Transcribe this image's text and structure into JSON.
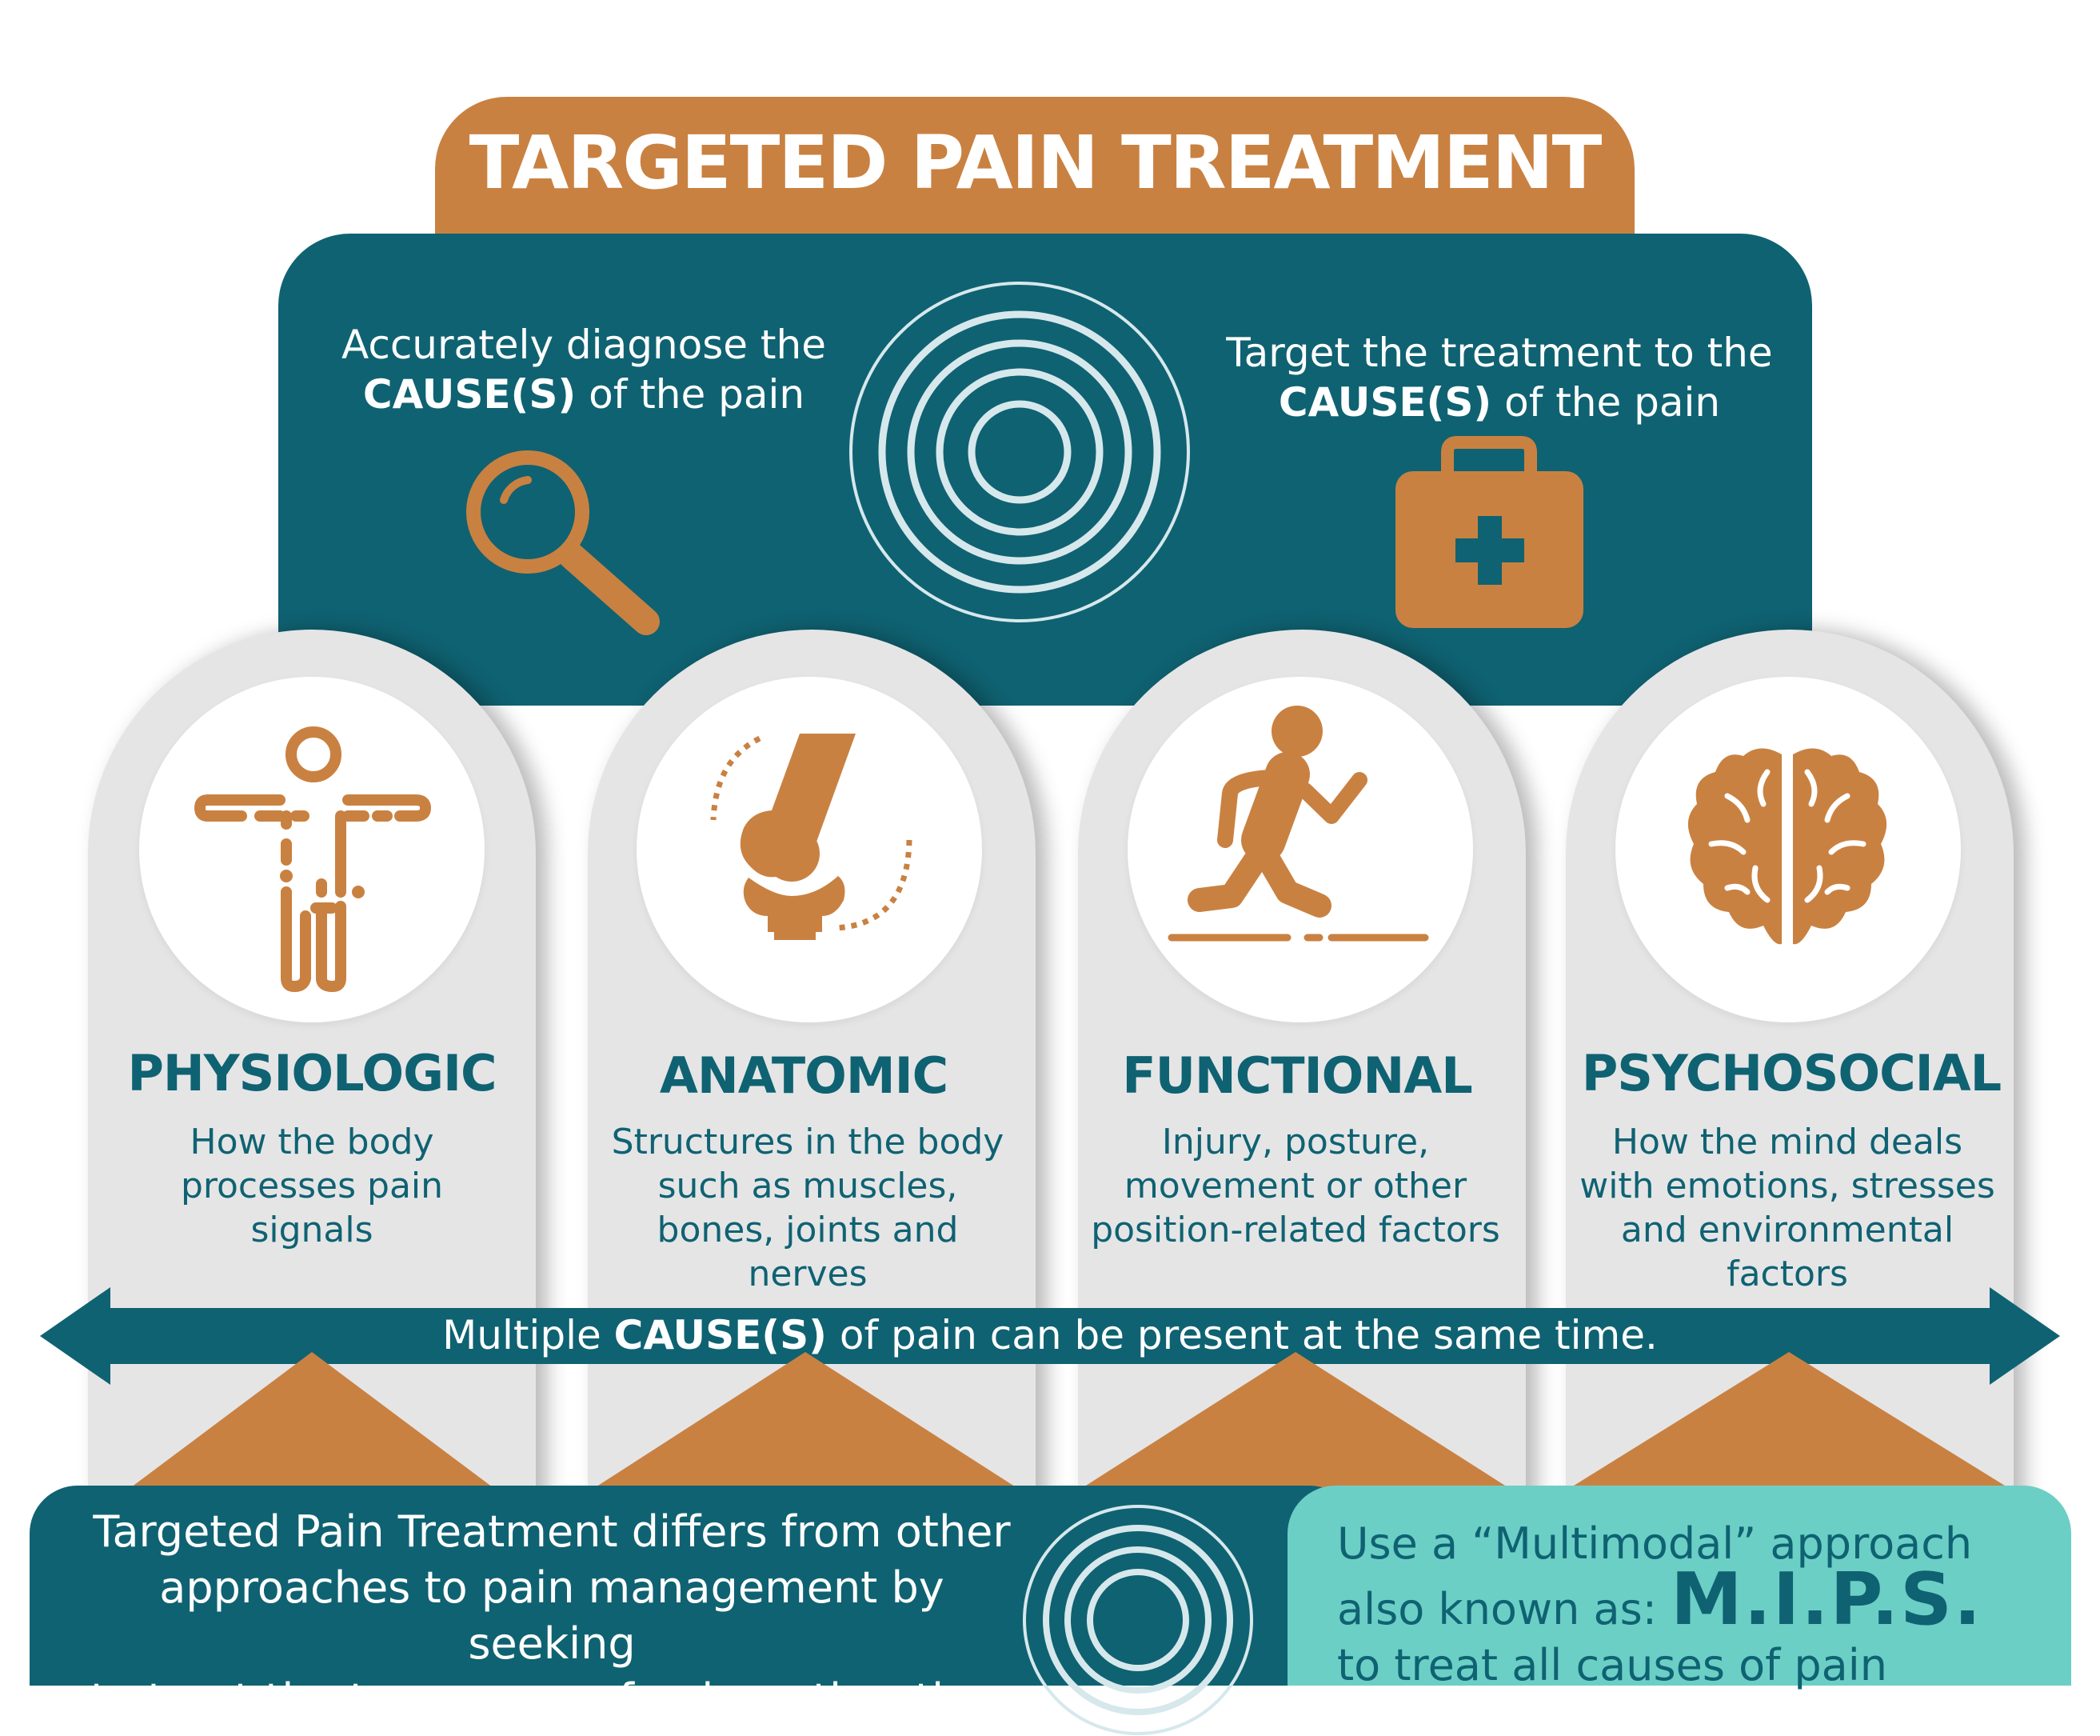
{
  "title": "TARGETED PAIN TREATMENT",
  "top_left": {
    "line1": "Accurately diagnose the",
    "bold": "CAUSE(S)",
    "rest": " of the pain"
  },
  "top_right": {
    "line1": "Target the treatment to the",
    "bold": "CAUSE(S)",
    "rest": " of the pain"
  },
  "icons": {
    "left": "magnifier-icon",
    "center": "target-icon",
    "right": "first-aid-kit-icon"
  },
  "categories": [
    {
      "title": "PHYSIOLOGIC",
      "desc": [
        "How the body",
        "processes pain",
        "signals"
      ],
      "icon": "body-nerves-icon"
    },
    {
      "title": "ANATOMIC",
      "desc": [
        "Structures in the body",
        "such as muscles,",
        "bones, joints and",
        "nerves"
      ],
      "icon": "knee-joint-icon"
    },
    {
      "title": "FUNCTIONAL",
      "desc": [
        "Injury, posture,",
        "movement or other",
        "position-related factors"
      ],
      "icon": "running-person-icon"
    },
    {
      "title": "PSYCHOSOCIAL",
      "desc": [
        "How the mind deals",
        "with emotions, stresses",
        "and environmental",
        "factors"
      ],
      "icon": "brain-icon"
    }
  ],
  "arrow": {
    "pre": "Multiple ",
    "bold": "CAUSE(S)",
    "post": " of pain can be present at the same time."
  },
  "bottom_left": {
    "lines": [
      "Targeted Pain Treatment differs from other",
      "approaches to pain management by seeking",
      "to treat the true cause of pain, rather than"
    ]
  },
  "bottom_right": {
    "line1": "Use a “Multimodal” approach",
    "line2": "also known as: ",
    "mips": "M.I.P.S.",
    "line3": "to treat all causes of pain"
  },
  "colors": {
    "teal": "#0f6272",
    "orange": "#c98141",
    "light_teal": "#6ccfc6",
    "gray": "#e5e5e6",
    "target_ring": "#d6e8ec"
  }
}
